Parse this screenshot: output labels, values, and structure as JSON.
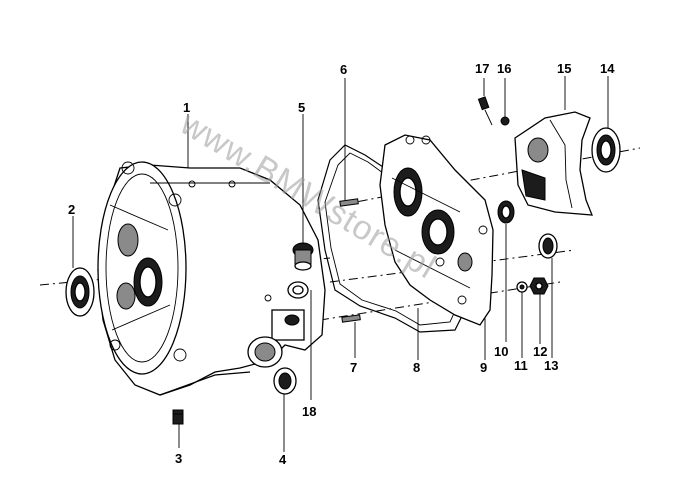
{
  "watermark": "www.BMWstore.pl",
  "callouts": {
    "c1": "1",
    "c2": "2",
    "c3": "3",
    "c4": "4",
    "c5": "5",
    "c6": "6",
    "c7": "7",
    "c8": "8",
    "c9": "9",
    "c10": "10",
    "c11": "11",
    "c12": "12",
    "c13": "13",
    "c14": "14",
    "c15": "15",
    "c16": "16",
    "c17": "17",
    "c18": "18"
  }
}
